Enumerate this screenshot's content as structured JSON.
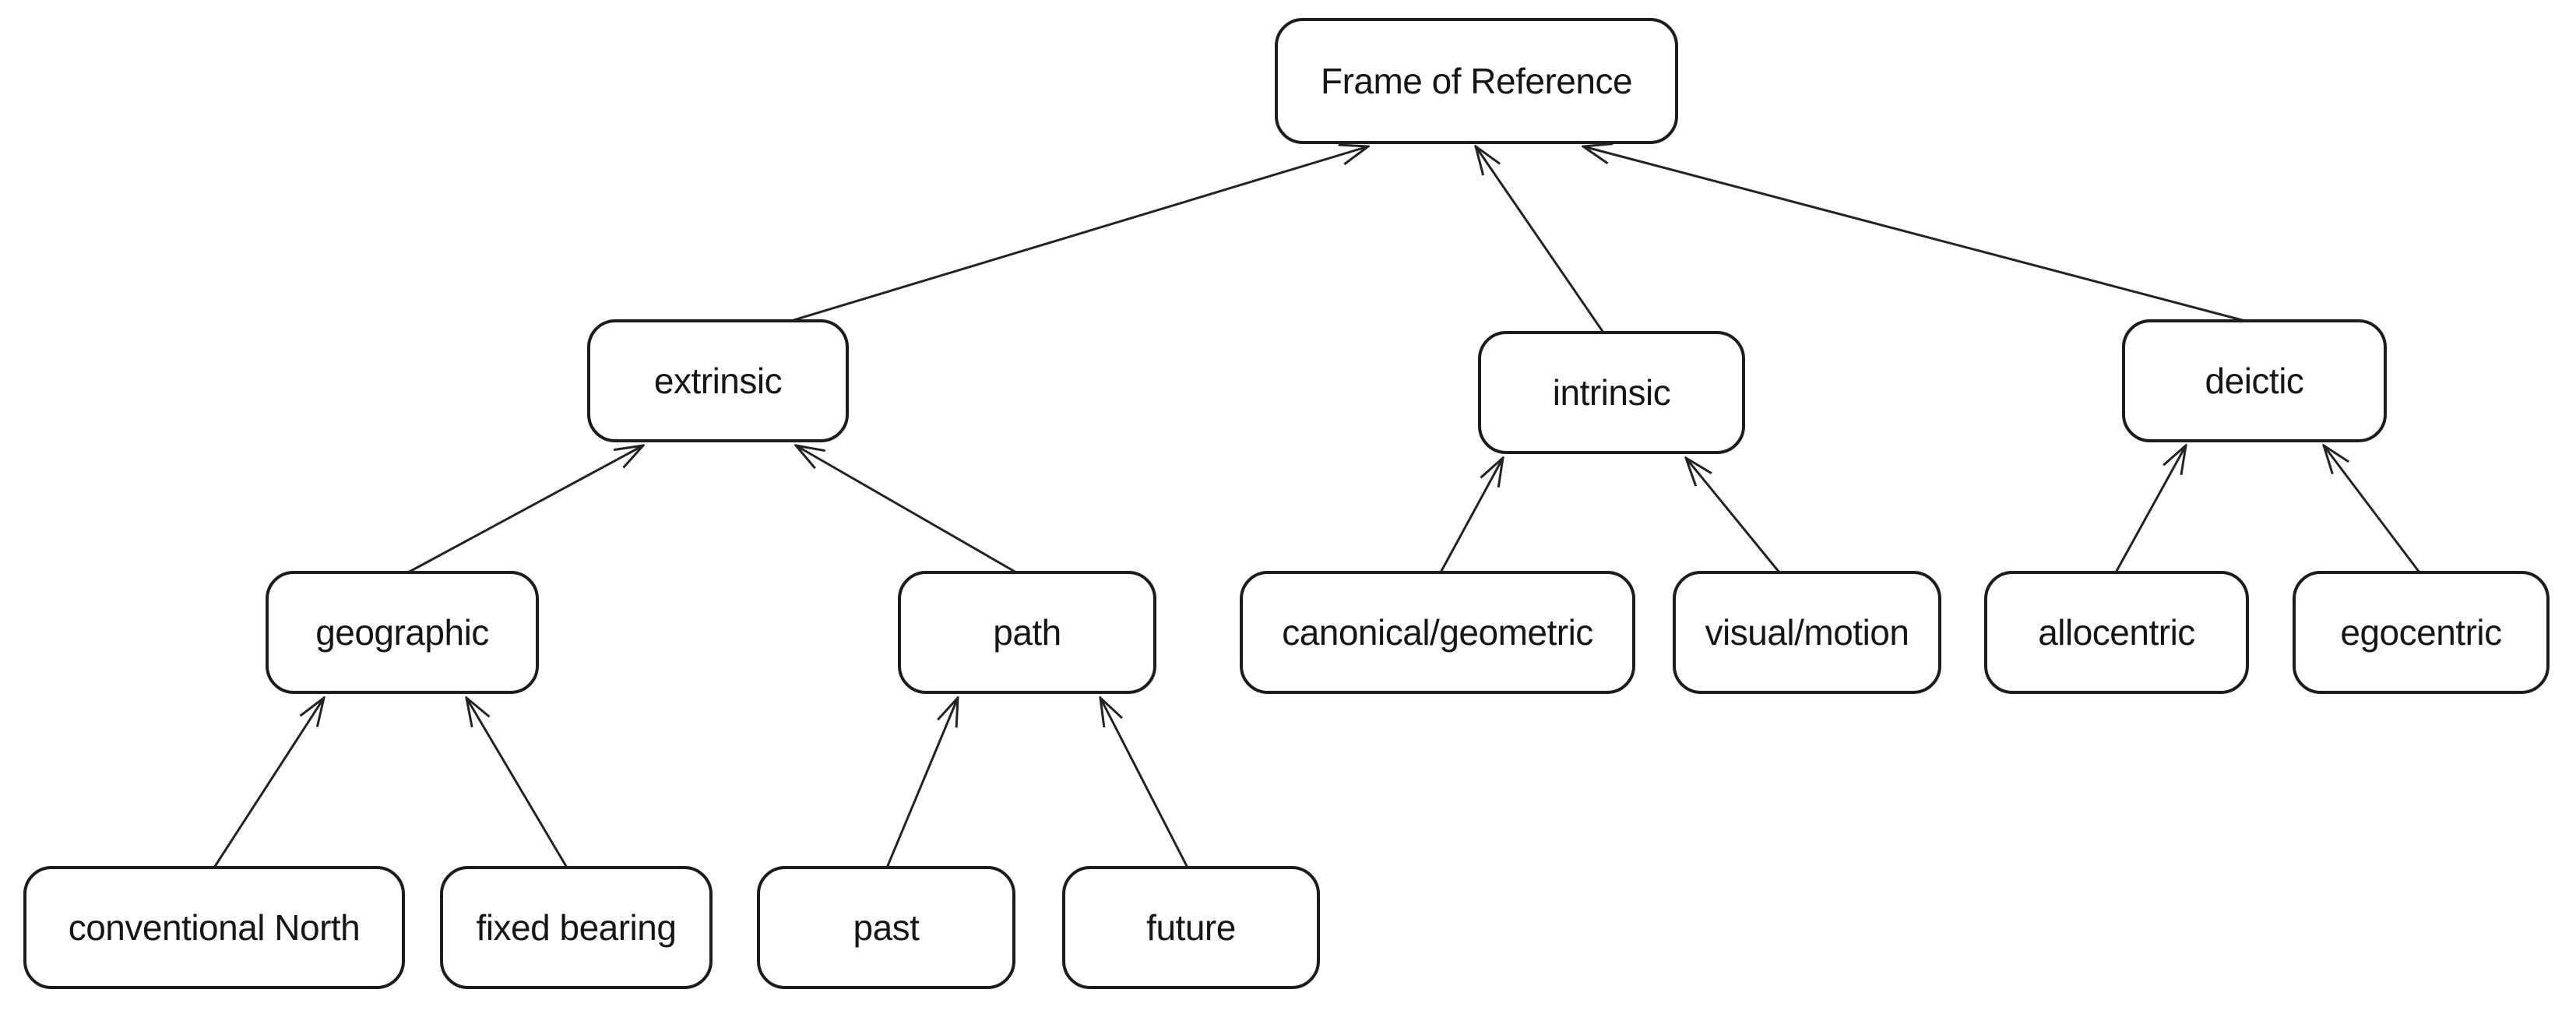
{
  "diagram": {
    "type": "tree",
    "title": "Frame of Reference taxonomy",
    "colors": {
      "background": "#ffffff",
      "box_fill": "#ffffff",
      "box_border": "#1c1c1c",
      "text": "#161616",
      "arrow": "#232323"
    },
    "nodes": {
      "frame_of_reference": {
        "label": "Frame of Reference"
      },
      "extrinsic": {
        "label": "extrinsic"
      },
      "intrinsic": {
        "label": "intrinsic"
      },
      "deictic": {
        "label": "deictic"
      },
      "geographic": {
        "label": "geographic"
      },
      "path": {
        "label": "path"
      },
      "canonical_geometric": {
        "label": "canonical/geometric"
      },
      "visual_motion": {
        "label": "visual/motion"
      },
      "allocentric": {
        "label": "allocentric"
      },
      "egocentric": {
        "label": "egocentric"
      },
      "conventional_north": {
        "label": "conventional North"
      },
      "fixed_bearing": {
        "label": "fixed bearing"
      },
      "past": {
        "label": "past"
      },
      "future": {
        "label": "future"
      }
    },
    "edges": [
      {
        "from": "extrinsic",
        "to": "frame_of_reference"
      },
      {
        "from": "intrinsic",
        "to": "frame_of_reference"
      },
      {
        "from": "deictic",
        "to": "frame_of_reference"
      },
      {
        "from": "geographic",
        "to": "extrinsic"
      },
      {
        "from": "path",
        "to": "extrinsic"
      },
      {
        "from": "canonical_geometric",
        "to": "intrinsic"
      },
      {
        "from": "visual_motion",
        "to": "intrinsic"
      },
      {
        "from": "allocentric",
        "to": "deictic"
      },
      {
        "from": "egocentric",
        "to": "deictic"
      },
      {
        "from": "conventional_north",
        "to": "geographic"
      },
      {
        "from": "fixed_bearing",
        "to": "geographic"
      },
      {
        "from": "past",
        "to": "path"
      },
      {
        "from": "future",
        "to": "path"
      }
    ]
  }
}
